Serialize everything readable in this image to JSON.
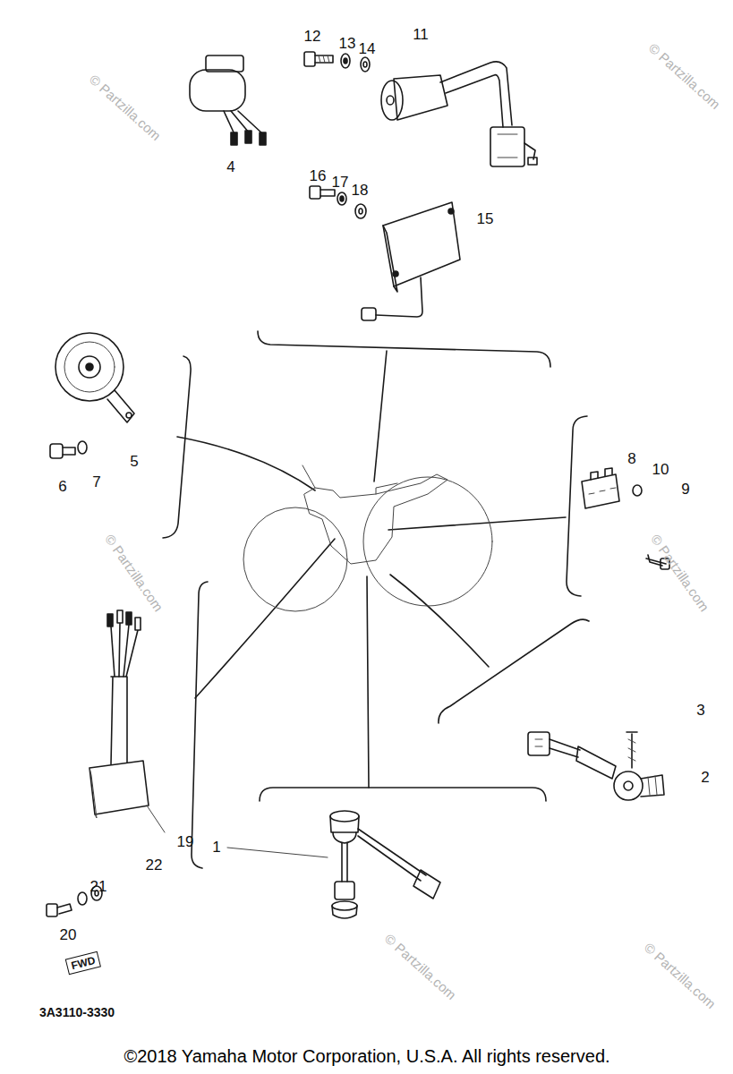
{
  "diagram": {
    "caption": "©2018 Yamaha Motor Corporation, U.S.A. All rights reserved.",
    "labels": [
      "12",
      "13",
      "14",
      "11",
      "4",
      "16",
      "17",
      "18",
      "15",
      "8",
      "10",
      "9",
      "5",
      "7",
      "6",
      "3",
      "2",
      "19",
      "22",
      "21",
      "20",
      "1",
      "FWD",
      "3A3110-3330",
      "© Partzilla.com",
      "© Partzilla.com",
      "© Partzilla.com",
      "© Partzilla.com",
      "© Partzilla.com",
      "© Partzilla.com"
    ]
  }
}
